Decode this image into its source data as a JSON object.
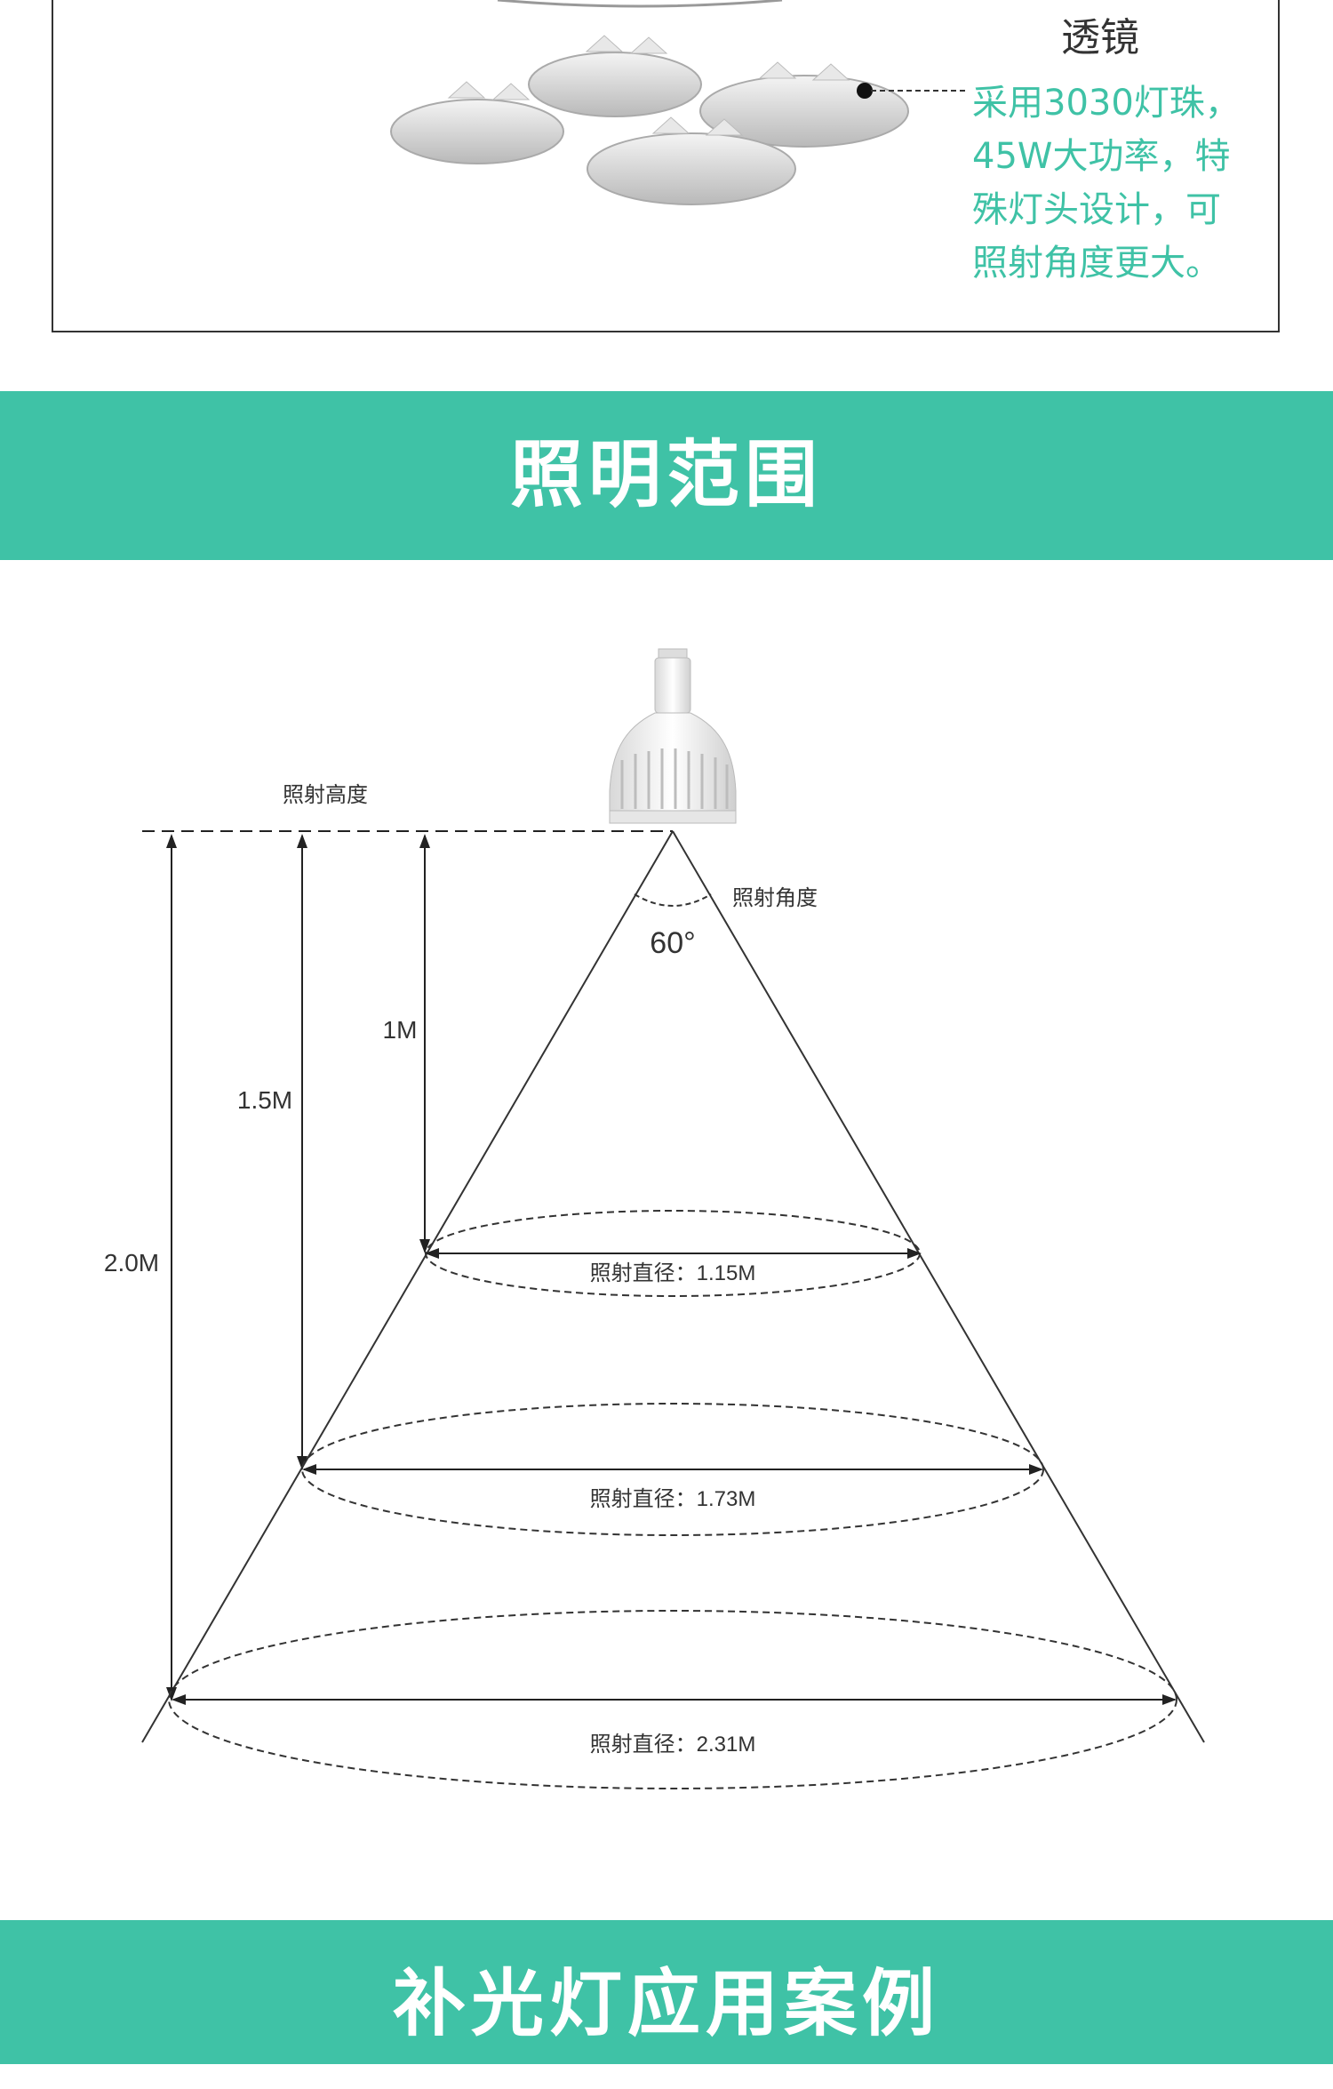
{
  "top_section": {
    "lens_label": "透镜",
    "description_lines": [
      "采用3030灯珠，",
      "45W大功率，特",
      "殊灯头设计，可",
      "照射角度更大。"
    ],
    "accent_color": "#3fc2a6"
  },
  "section1": {
    "title": "照明范围"
  },
  "diagram": {
    "height_label": "照射高度",
    "angle_label": "照射角度",
    "angle_value": "60°",
    "heights": [
      "1M",
      "1.5M",
      "2.0M"
    ],
    "diameters": [
      "照射直径：1.15M",
      "照射直径：1.73M",
      "照射直径：2.31M"
    ]
  },
  "section2": {
    "title": "补光灯应用案例"
  }
}
